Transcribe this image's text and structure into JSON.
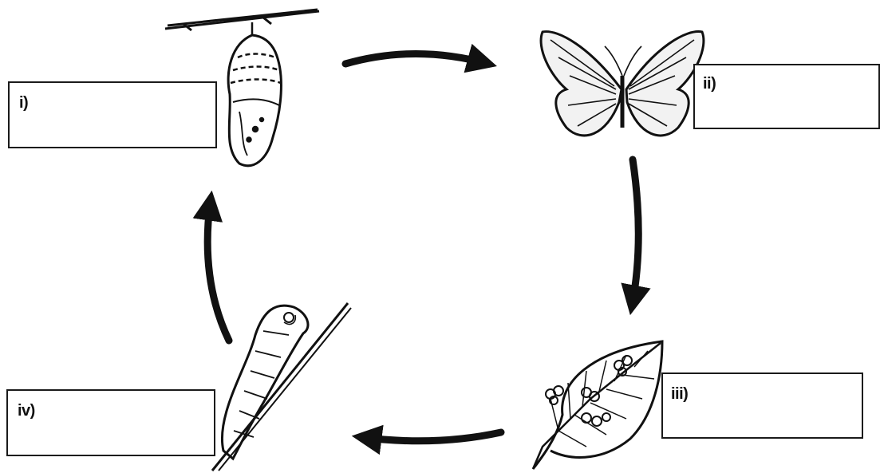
{
  "stages": {
    "i": {
      "label": "i)",
      "answer": ""
    },
    "ii": {
      "label": "ii)",
      "answer": ""
    },
    "iii": {
      "label": "iii)",
      "answer": ""
    },
    "iv": {
      "label": "iv)",
      "answer": ""
    }
  },
  "colors": {
    "ink": "#111111",
    "background": "#ffffff"
  },
  "icons": [
    "chrysalis-icon",
    "butterfly-icon",
    "leaf-with-eggs-icon",
    "caterpillar-icon",
    "cycle-arrow-icon"
  ]
}
